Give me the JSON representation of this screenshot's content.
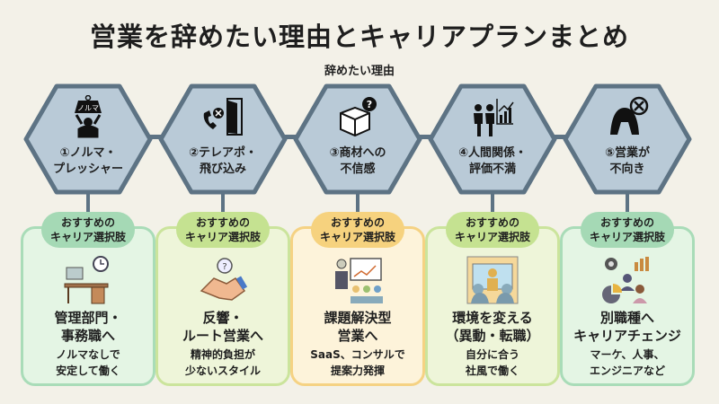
{
  "title": "営業を辞めたい理由とキャリアプランまとめ",
  "subtitle": "辞めたい理由",
  "colors": {
    "background": "#f3f1e8",
    "hex_fill": "#b9cad7",
    "hex_stroke": "#5d7384",
    "green": "#a5d9b5",
    "lime": "#c5e291",
    "orange": "#f6d27e"
  },
  "columns": [
    {
      "reason_line1": "①ノルマ・",
      "reason_line2": "プレッシャー",
      "reason_icon": "quota-weight-icon",
      "icon_text": "ノルマ",
      "badge_line1": "おすすめの",
      "badge_line2": "キャリア選択肢",
      "career_icon": "office-desk-icon",
      "career_line1": "管理部門・",
      "career_line2": "事務職へ",
      "desc_line1": "ノルマなしで",
      "desc_line2": "安定して働く",
      "theme": "green"
    },
    {
      "reason_line1": "②テレアポ・",
      "reason_line2": "飛び込み",
      "reason_icon": "phone-door-icon",
      "badge_line1": "おすすめの",
      "badge_line2": "キャリア選択肢",
      "career_icon": "handshake-icon",
      "career_line1": "反響・",
      "career_line2": "ルート営業へ",
      "desc_line1": "精神的負担が",
      "desc_line2": "少ないスタイル",
      "theme": "lime"
    },
    {
      "reason_line1": "③商材への",
      "reason_line2": "不信感",
      "reason_icon": "box-question-icon",
      "badge_line1": "おすすめの",
      "badge_line2": "キャリア選択肢",
      "career_icon": "presentation-icon",
      "career_line1": "課題解決型",
      "career_line2": "営業へ",
      "desc_line1": "SaaS、コンサルで",
      "desc_line2": "提案力発揮",
      "theme": "orange"
    },
    {
      "reason_line1": "④人間関係・",
      "reason_line2": "評価不満",
      "reason_icon": "conflict-chart-icon",
      "badge_line1": "おすすめの",
      "badge_line2": "キャリア選択肢",
      "career_icon": "meeting-room-icon",
      "career_line1": "環境を変える",
      "career_line2": "（異動・転職）",
      "desc_line1": "自分に合う",
      "desc_line2": "社風で働く",
      "theme": "lime"
    },
    {
      "reason_line1": "⑤営業が",
      "reason_line2": "不向き",
      "reason_icon": "head-down-icon",
      "badge_line1": "おすすめの",
      "badge_line2": "キャリア選択肢",
      "career_icon": "career-change-icon",
      "career_line1": "別職種へ",
      "career_line2": "キャリアチェンジ",
      "desc_line1": "マーケ、人事、",
      "desc_line2": "エンジニアなど",
      "theme": "green"
    }
  ]
}
